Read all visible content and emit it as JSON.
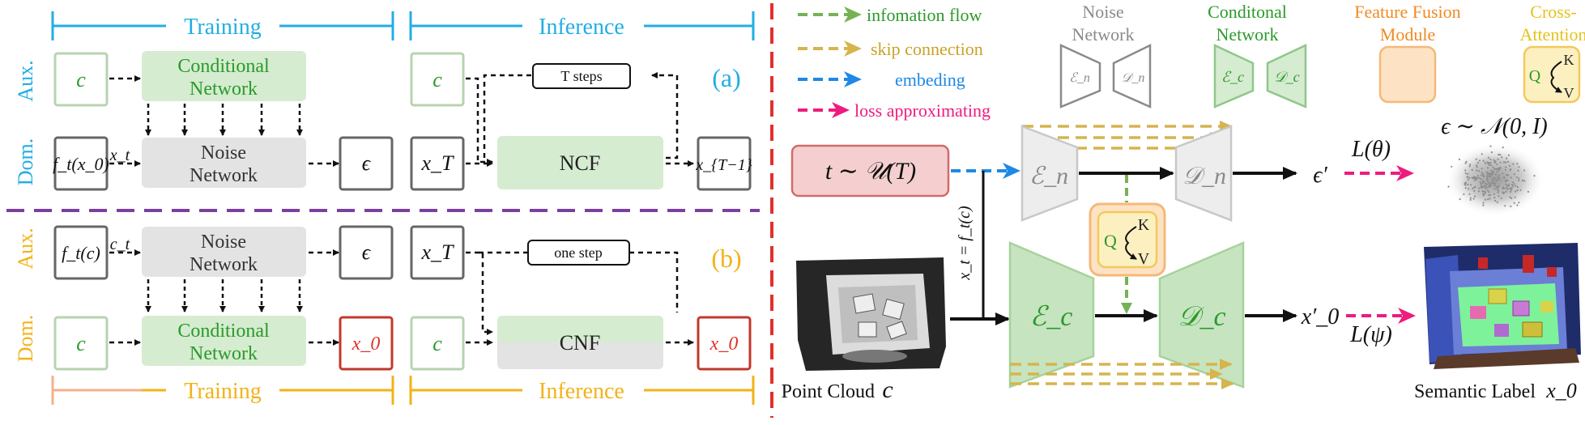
{
  "left": {
    "headers": {
      "training_top": "Training",
      "inference_top": "Inference",
      "training_bottom": "Training",
      "inference_bottom": "Inference"
    },
    "row_labels": {
      "aux_a": "Aux.",
      "dom_a": "Dom.",
      "aux_b": "Aux.",
      "dom_b": "Dom."
    },
    "panel_a": {
      "tag": "(a)",
      "c_aux": "c",
      "cond_net": [
        "Conditional",
        "Network"
      ],
      "f_x0": "f_t(x_0)",
      "xt": "x_t",
      "noise_net": [
        "Noise",
        "Network"
      ],
      "eps": "ϵ",
      "c_inf": "c",
      "t_steps": "T steps",
      "xT": "x_T",
      "ncf": "NCF",
      "xT1": "x_{T−1}"
    },
    "panel_b": {
      "tag": "(b)",
      "f_c": "f_t(c)",
      "ct": "c_t",
      "noise_net": [
        "Noise",
        "Network"
      ],
      "eps": "ϵ",
      "xT": "x_T",
      "one_step": "one step",
      "c_dom": "c",
      "cond_net": [
        "Conditional",
        "Network"
      ],
      "x0": "x_0",
      "c_inf": "c",
      "cnf": "CNF",
      "x0_inf": "x_0"
    }
  },
  "legend": {
    "info_flow": "infomation flow",
    "skip": "skip connection",
    "embed": "embeding",
    "loss": "loss approximating",
    "noise_net": [
      "Noise",
      "Network"
    ],
    "cond_net": [
      "Conditonal",
      "Network"
    ],
    "ffm": [
      "Feature Fusion",
      "Module"
    ],
    "cross": [
      "Cross-",
      "Attention"
    ],
    "En": "ℰ_n",
    "Dn": "𝒟_n",
    "Ec": "ℰ_c",
    "Dc": "𝒟_c",
    "Q": "Q",
    "K": "K",
    "V": "V"
  },
  "right": {
    "t_box": "t ∼ 𝒰(T)",
    "xt_label": "x_t = f_t(c)",
    "En": "ℰ_n",
    "Dn": "𝒟_n",
    "Ec": "ℰ_c",
    "Dc": "𝒟_c",
    "Q": "Q",
    "K": "K",
    "V": "V",
    "eps_prime": "ϵ′",
    "L_theta": "L(θ)",
    "eps_dist": "ϵ ∼ 𝒩(0, I)",
    "x0_prime": "x′_0",
    "L_psi": "L(ψ)",
    "point_cloud": "Point Cloud",
    "point_cloud_var": "c",
    "semantic": "Semantic Label",
    "semantic_var": "x_0"
  },
  "colors": {
    "cyan": "#22aee4",
    "gold": "#f2b318",
    "purple": "#7a3fa0",
    "red_divider": "#e0312b",
    "green_text": "#2a9a2a",
    "green_fill": "#d5ecd0",
    "gray_fill": "#e3e3e3",
    "pink_fill": "#f5cfcf",
    "orange": "#f08a24",
    "peach_fill": "#fde3c4",
    "yellow_fill": "#fdf0c0",
    "magenta": "#ee1c7e",
    "blue": "#1e88e5",
    "skip": "#d6b44e",
    "flow": "#76b255"
  }
}
